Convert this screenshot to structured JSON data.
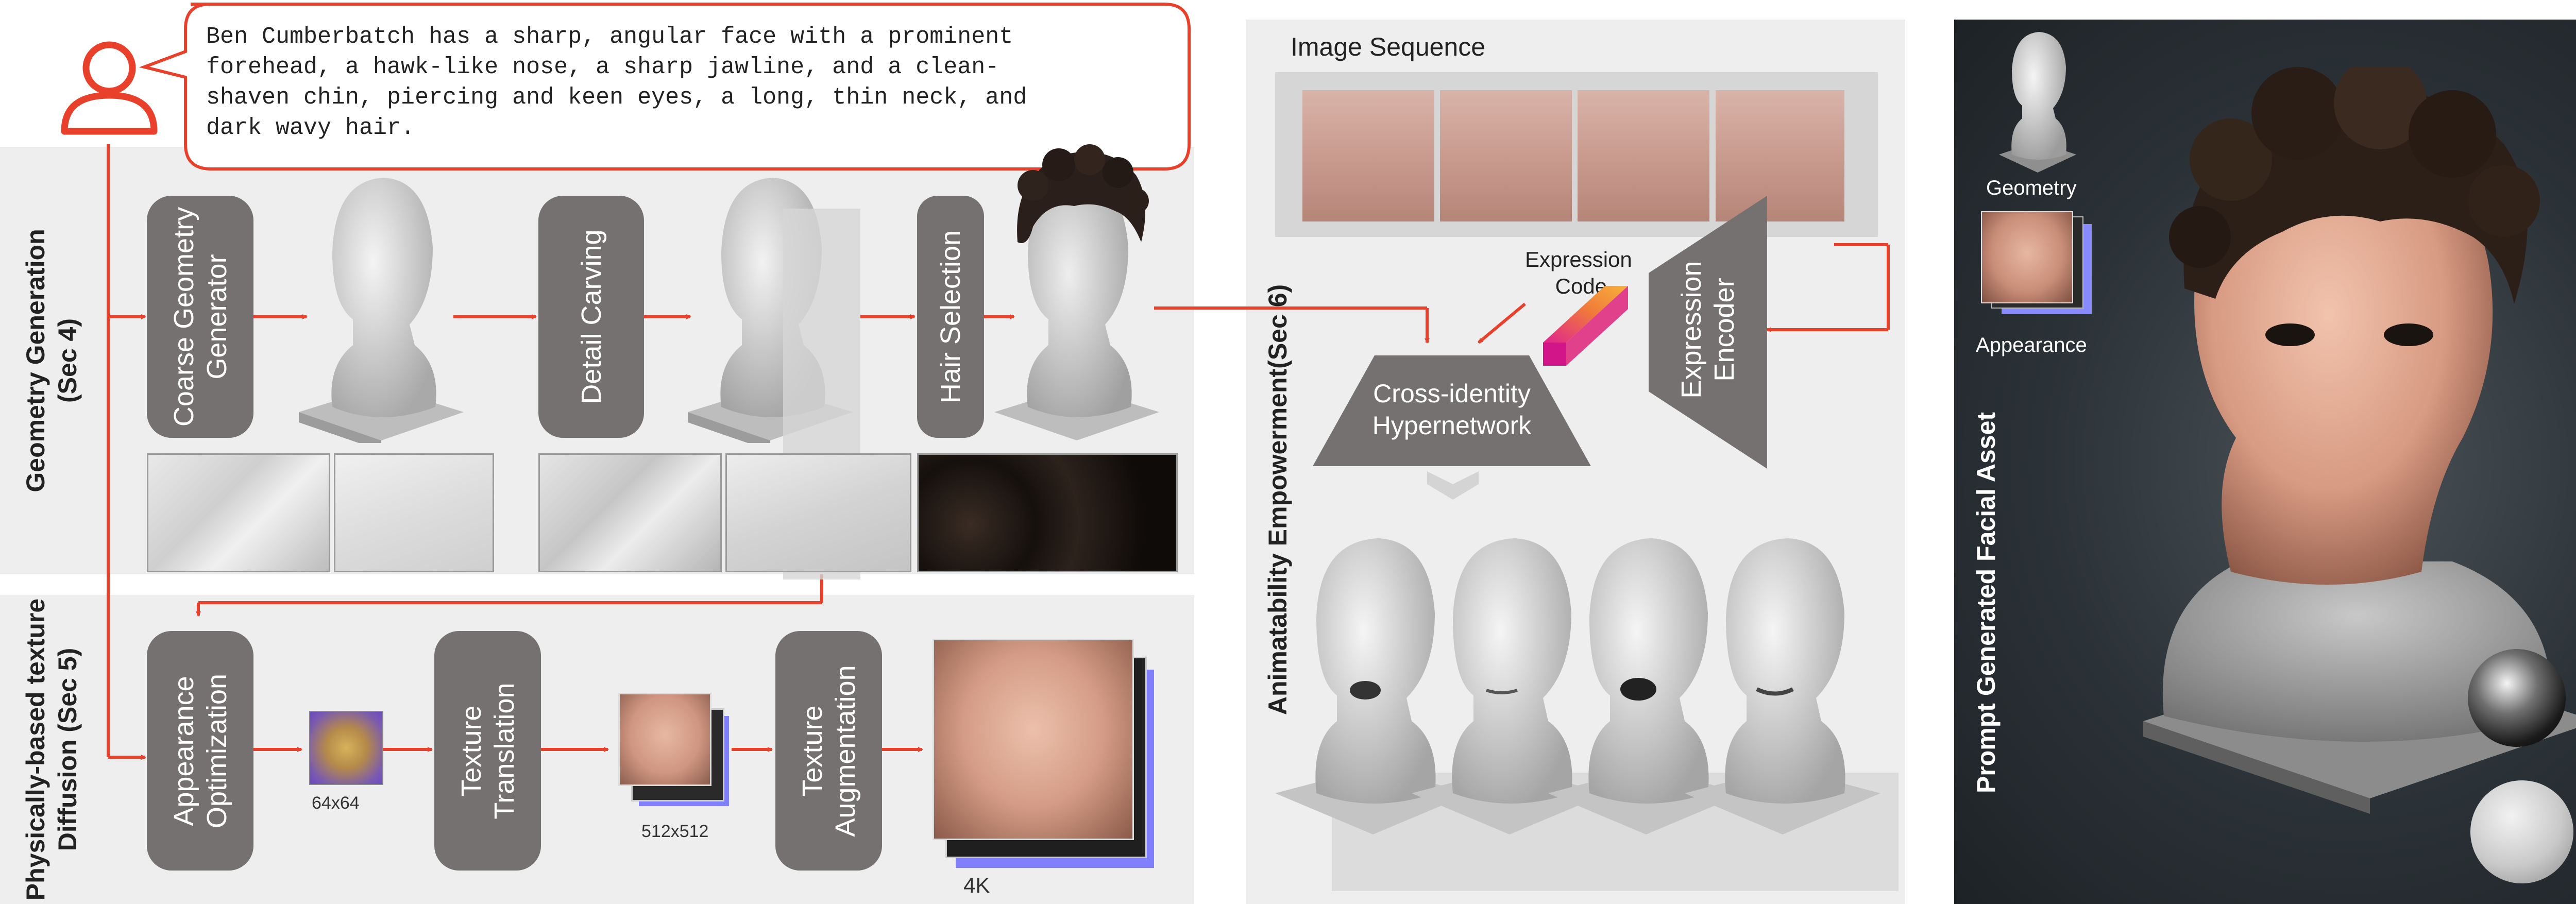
{
  "speech": {
    "lines": [
      "Ben Cumberbatch has a sharp, angular face with a prominent",
      "forehead, a hawk-like nose, a sharp jawline, and a clean-",
      "shaven chin, piercing and keen eyes, a long, thin neck, and",
      "dark wavy hair."
    ]
  },
  "geometry": {
    "side_label_line1": "Geometry Generation",
    "side_label_line2": "(Sec 4)",
    "coarse_line1": "Coarse Geometry",
    "coarse_line2": "Generator",
    "detail": "Detail Carving",
    "hair": "Hair Selection"
  },
  "texture": {
    "side_label_line1": "Physically-based texture",
    "side_label_line2": "Diffusion (Sec 5)",
    "appearance_line1": "Appearance",
    "appearance_line2": "Optimization",
    "translation_line1": "Texture",
    "translation_line2": "Translation",
    "augmentation_line1": "Texture",
    "augmentation_line2": "Augmentation",
    "res_64": "64x64",
    "res_512": "512x512",
    "res_4k": "4K"
  },
  "animation": {
    "side_label": "Animatability Empowerment(Sec 6)",
    "image_sequence": "Image Sequence",
    "expression_code_line1": "Expression",
    "expression_code_line2": "Code",
    "encoder_line1": "Expression",
    "encoder_line2": "Encoder",
    "hypernet_line1": "Cross-identity",
    "hypernet_line2": "Hypernetwork"
  },
  "result": {
    "side_label": "Prompt Generated Facial Asset",
    "geometry_label": "Geometry",
    "appearance_label": "Appearance"
  },
  "colors": {
    "arrow": "#e8402a",
    "box": "#757170",
    "panel": "#eeeeee",
    "dark_panel": "#2b3237"
  }
}
